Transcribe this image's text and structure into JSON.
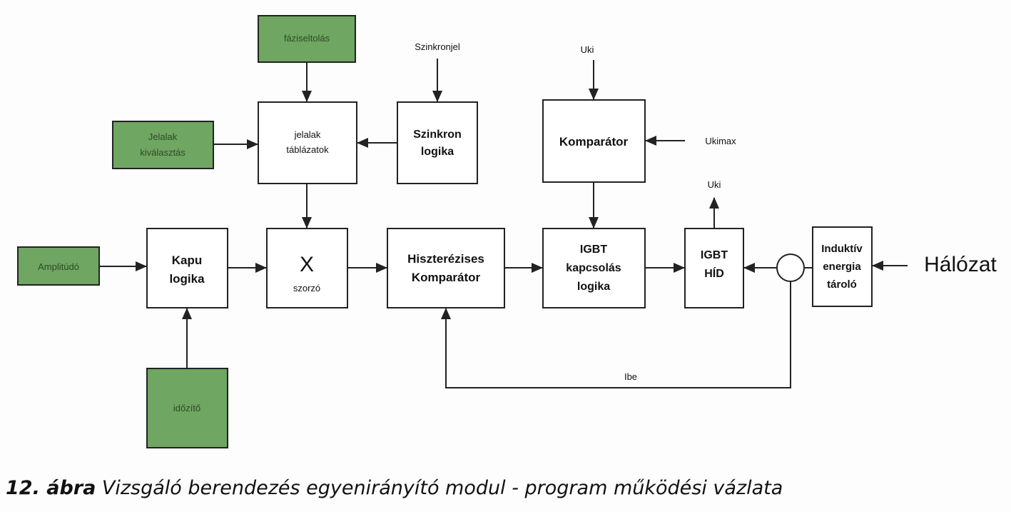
{
  "blocks": {
    "fazis": "fáziseltolás",
    "jelalak_select_1": "Jelalak",
    "jelalak_select_2": "kiválasztás",
    "amplitudo": "Amplitúdó",
    "idozito": "időzítő",
    "tablazat_1": "jelalak",
    "tablazat_2": "táblázatok",
    "szinkron_1": "Szinkron",
    "szinkron_2": "logika",
    "kapu_1": "Kapu",
    "kapu_2": "logika",
    "szorzo_x": "X",
    "szorzo": "szorzó",
    "hiszt_1": "Hiszterézises",
    "hiszt_2": "Komparátor",
    "komparator": "Komparátor",
    "igbt_k_1": "IGBT",
    "igbt_k_2": "kapcsolás",
    "igbt_k_3": "logika",
    "igbt_hid_1": "IGBT",
    "igbt_hid_2": "HÍD",
    "ind_1": "Induktív",
    "ind_2": "energia",
    "ind_3": "tároló"
  },
  "signals": {
    "szinkronjel": "Szinkronjel",
    "uki_top": "Uki",
    "ukimax": "Ukimax",
    "uki_out": "Uki",
    "halozat": "Hálózat",
    "ibe": "Ibe"
  },
  "caption": {
    "number": "12. ábra",
    "text": "Vizsgáló berendezés egyenirányító modul - program működési vázlata"
  }
}
